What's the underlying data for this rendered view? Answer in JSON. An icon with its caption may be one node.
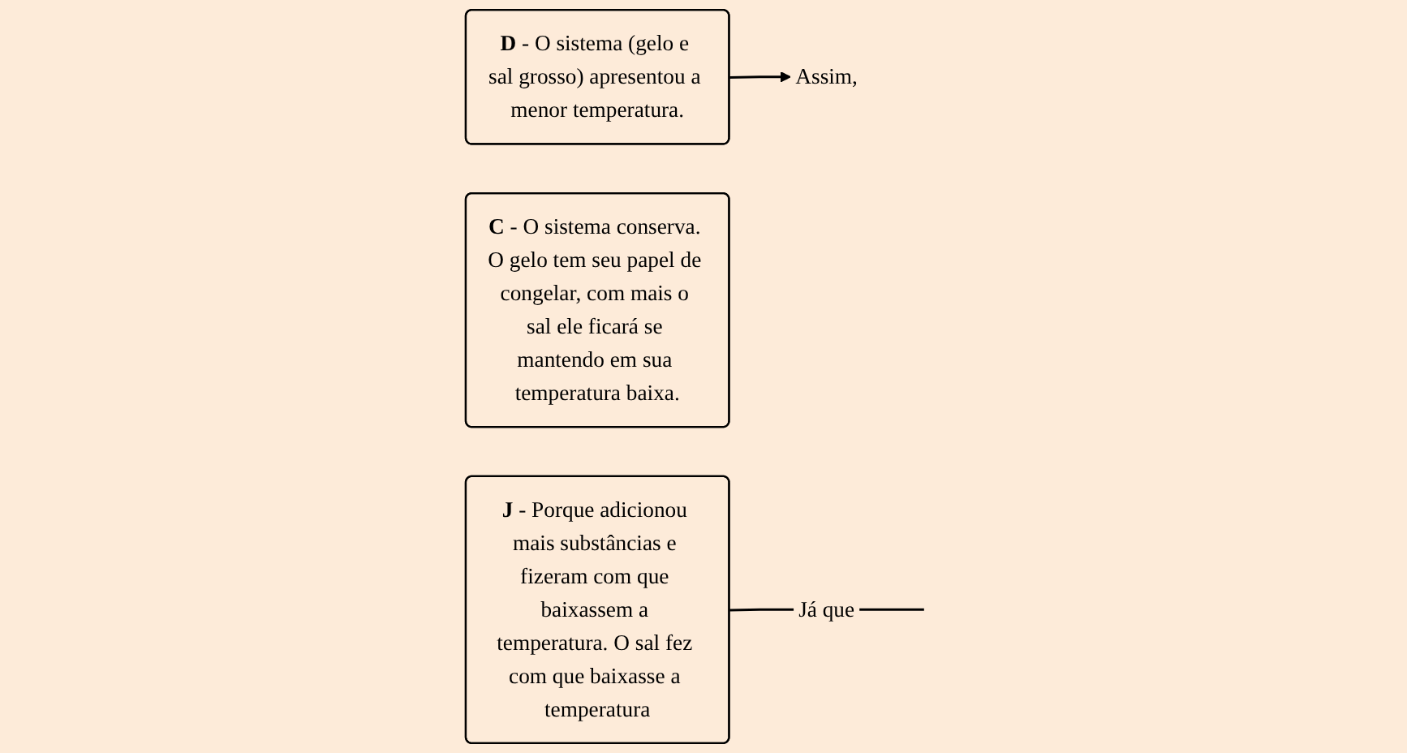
{
  "diagram": {
    "nodes": [
      {
        "text": [
          "**D** - O sistema (gelo e sal grosso) apresentou a menor temperatura."
        ]
      },
      {
        "text": [
          "**C** - O sistema conserva. O gelo tem seu papel de congelar, com mais o sal ele ficará se mantendo em sua temperatura baixa."
        ]
      },
      {
        "text": [
          "**J** - Porque adicionou mais substâncias e fizeram com que baixassem a temperatura. O sal fez com que baixasse a temperatura"
        ]
      },
      {
        "text": [
          "Assim,"
        ]
      },
      {
        "text": [
          "Já que"
        ]
      }
    ],
    "edges": [
      {
        "from": 0,
        "to": 3,
        "arrow": "to"
      },
      {
        "from": 2,
        "to": 4,
        "arrow": "none"
      },
      {
        "from": 4,
        "to": null,
        "arrow": "none"
      }
    ]
  }
}
